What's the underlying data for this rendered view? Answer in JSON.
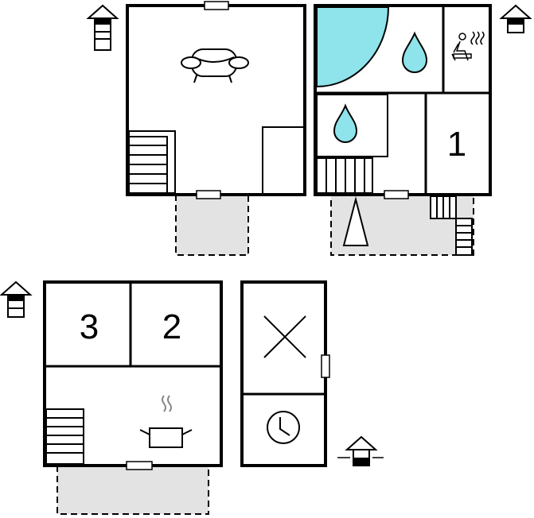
{
  "plan": {
    "room_numbers": {
      "room1": "1",
      "room2": "2",
      "room3": "3"
    },
    "icons": {
      "floor_indicator": "house-floor-icon",
      "sofa": "sofa-icon",
      "water": "water-drop-icon",
      "sauna": "sauna-icon",
      "cooking": "cooking-pot-icon",
      "unknown": "cross-icon",
      "clock": "clock-icon",
      "stairs": "stairs-icon",
      "door": "door-icon",
      "terrace": "terrace-icon"
    },
    "colors": {
      "water": "#8fe3ea",
      "terrace": "#e3e3e3",
      "wall": "#000000"
    }
  }
}
